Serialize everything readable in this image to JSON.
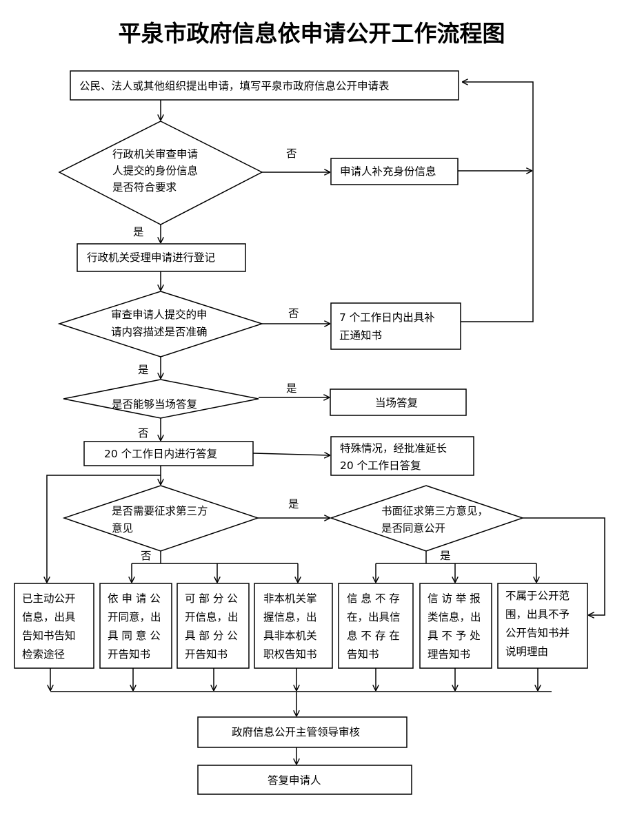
{
  "title": "平泉市政府信息依申请公开工作流程图",
  "nodes": {
    "apply": [
      "公民、法人或其他组织提出申请，填写平泉市政府信息公开申请表"
    ],
    "check_id": [
      "行政机关审查申请",
      "人提交的身份信息",
      "是否符合要求"
    ],
    "supplement_id": [
      "申请人补充身份信息"
    ],
    "register": [
      "行政机关受理申请进行登记"
    ],
    "check_content": [
      "审查申请人提交的申",
      "请内容描述是否准确"
    ],
    "correction_notice": [
      "7  个工作日内出具补",
      "正通知书"
    ],
    "onsite_q": [
      "是否能够当场答复"
    ],
    "onsite_reply": [
      "当场答复"
    ],
    "reply_20": [
      "20 个工作日内进行答复"
    ],
    "extend": [
      "特殊情况，经批准延长",
      "20 个工作日答复"
    ],
    "third_party_q": [
      "是否需要征求第三方",
      "意见"
    ],
    "third_party_consent": [
      "书面征求第三方意见，",
      "是否同意公开"
    ],
    "r1": [
      "已主动公开",
      "信息，出具",
      "告知书告知",
      "检索途径"
    ],
    "r2": [
      "依 申 请 公",
      "开同意，出",
      "具 同 意 公",
      "开告知书"
    ],
    "r3": [
      "可 部 分 公",
      "开信息，出",
      "具 部 分 公",
      "开告知书"
    ],
    "r4": [
      "非本机关掌",
      "握信息，出",
      "具非本机关",
      "职权告知书"
    ],
    "r5": [
      "信 息 不 存",
      "在，出具信",
      "息 不 存 在",
      "告知书"
    ],
    "r6": [
      "信 访 举 报",
      "类信息，出",
      "具 不 予 处",
      "理告知书"
    ],
    "r7": [
      "不属于公开范",
      "围，出具不予",
      "公开告知书并",
      "说明理由"
    ],
    "leader_review": [
      "政府信息公开主管领导审核"
    ],
    "reply_applicant": [
      "答复申请人"
    ]
  },
  "labels": {
    "no1": "否",
    "yes1": "是",
    "no2": "否",
    "yes2": "是",
    "yes3": "是",
    "no3": "否",
    "yes4": "是",
    "no4": "否",
    "yes5": "是"
  }
}
